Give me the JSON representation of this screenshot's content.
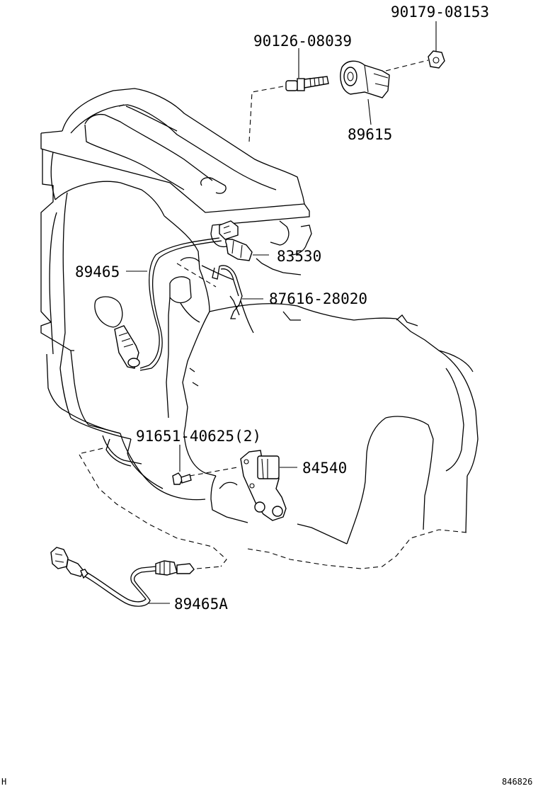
{
  "diagram": {
    "part_labels": {
      "p90179": "90179-08153",
      "p90126": "90126-08039",
      "p89615": "89615",
      "p83530": "83530",
      "p89465": "89465",
      "p87616": "87616-28020",
      "p91651": "91651-40625(2)",
      "p84540": "84540",
      "p89465a": "89465A"
    },
    "corner_left": "H",
    "corner_right": "846826"
  }
}
